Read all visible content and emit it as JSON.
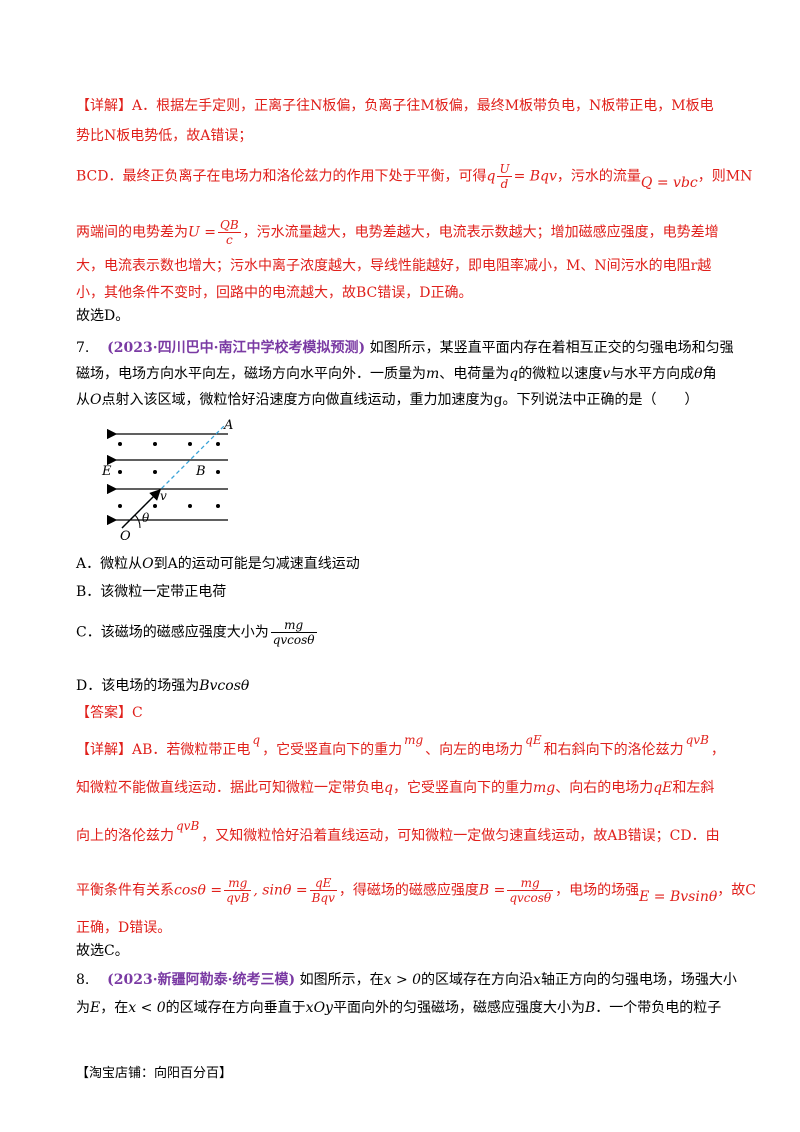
{
  "detail1": {
    "tag": "【详解】",
    "l1": "A．根据左手定则，正离子往N板偏，负离子往M板偏，最终M板带负电，N板带正电，M板电",
    "l2": "势比N板电势低，故A错误；",
    "l3a": "BCD．最终正负离子在电场力和洛伦兹力的作用下处于平衡，可得",
    "l3_eq_q": "q",
    "l3_num": "U",
    "l3_den": "d",
    "l3_eq_rhs": "= Bqv",
    "l3b": "，污水的流量",
    "l3_flow": "Q = vbc",
    "l3c": "，则MN",
    "l4a": "两端间的电势差为",
    "l4_lhs": "U =",
    "l4_num": "QB",
    "l4_den": "c",
    "l4b": "，污水流量越大，电势差越大，电流表示数越大；增加磁感应强度，电势差增",
    "l5": "大，电流表示数也增大；污水中离子浓度越大，导线性能越好，即电阻率减小，M、N间污水的电阻r越",
    "l6": "小，其他条件不变时，回路中的电流越大，故BC错误，D正确。",
    "choice": "故选D。"
  },
  "q7": {
    "num": "7.",
    "source": "(2023·四川巴中·南江中学校考模拟预测)",
    "l1a": "如图所示，某竖直平面内存在着相互正交的匀强电场和匀强",
    "l2a": "磁场，电场方向水平向左，磁场方向水平向外．一质量为",
    "l2_m": "m",
    "l2b": "、电荷量为",
    "l2_q": "q",
    "l2c": "的微粒以速度",
    "l2_v": "v",
    "l2d": "与水平方向成",
    "l2_theta": "θ",
    "l2e": "角",
    "l3a": "从",
    "l3_O": "O",
    "l3b": "点射入该区域，微粒恰好沿速度方向做直线运动，重力加速度为g。下列说法中正确的是（　　）",
    "fig": {
      "A": "A",
      "B": "B",
      "E": "E",
      "O": "O",
      "v": "v",
      "theta": "θ"
    },
    "optA_a": "A．微粒从",
    "optA_O": "O",
    "optA_b": "到A的运动可能是匀减速直线运动",
    "optB": "B．该微粒一定带正电荷",
    "optC_a": "C．该磁场的磁感应强度大小为",
    "optC_num": "mg",
    "optC_den": "qvcosθ",
    "optD_a": "D．该电场的场强为",
    "optD_expr": "Bvcosθ",
    "answer": "【答案】C",
    "d_tag": "【详解】",
    "d1a": "AB．若微粒带正电",
    "d1_q": "q",
    "d1b": "，它受竖直向下的重力",
    "d1_mg": "mg",
    "d1c": "、向左的电场力",
    "d1_qE": "qE",
    "d1d": "和右斜向下的洛伦兹力",
    "d1_qvB": "qvB",
    "d1e": "，",
    "d2a": "知微粒不能做直线运动．据此可知微粒一定带负电",
    "d2_q": "q",
    "d2b": "，它受竖直向下的重力",
    "d2_mg": "mg",
    "d2c": "、向右的电场力",
    "d2_qE": "qE",
    "d2d": "和左斜",
    "d3a": "向上的洛伦兹力",
    "d3_qvB": "qvB",
    "d3b": "，又知微粒恰好沿着直线运动，可知微粒一定做匀速直线运动，故AB错误；CD．由",
    "d4a": "平衡条件有关系",
    "d4_cos": "cosθ =",
    "d4_f1n": "mg",
    "d4_f1d": "qvB",
    "d4_sin": ", sinθ =",
    "d4_f2n": "qE",
    "d4_f2d": "Bqv",
    "d4b": "，得磁场的磁感应强度",
    "d4_B": "B =",
    "d4_f3n": "mg",
    "d4_f3d": "qvcosθ",
    "d4c": "，电场的场强",
    "d4_E": "E = Bvsinθ",
    "d4d": "，故C",
    "d5": "正确，D错误。",
    "choice": "故选C。"
  },
  "q8": {
    "num": "8.",
    "source": "(2023·新疆阿勒泰·统考三模)",
    "l1a": "如图所示，在",
    "l1_x0": "x > 0",
    "l1b": "的区域存在方向沿",
    "l1_x": "x",
    "l1c": "轴正方向的匀强电场，场强大小",
    "l2a": "为",
    "l2_E": "E",
    "l2b": "，在",
    "l2_x0": "x < 0",
    "l2c": "的区域存在方向垂直于",
    "l2_xOy": "xOy",
    "l2d": "平面向外的匀强磁场，磁感应强度大小为",
    "l2_B": "B",
    "l2e": "．一个带负电的粒子"
  },
  "footer": "【淘宝店铺：向阳百分百】"
}
